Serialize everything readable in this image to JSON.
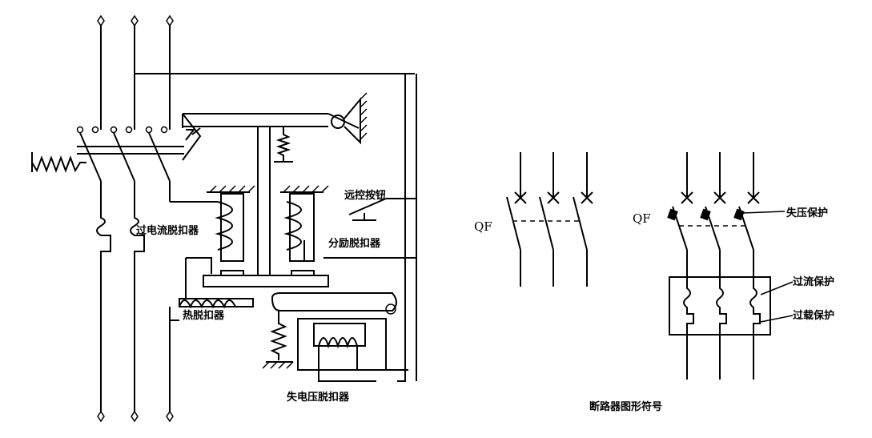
{
  "labels": {
    "overcurrent_release": "过电流脱扣器",
    "remote_button": "远控按钮",
    "shunt_release": "分励脱扣器",
    "thermal_release": "热脱扣器",
    "undervoltage_release": "失电压脱扣器",
    "qf_left": "QF",
    "qf_right": "QF",
    "undervoltage_protection": "失压保护",
    "overcurrent_protection": "过流保护",
    "overload_protection": "过载保护",
    "caption": "断路器图形符号"
  },
  "colors": {
    "line": "#000000",
    "background": "#ffffff"
  }
}
